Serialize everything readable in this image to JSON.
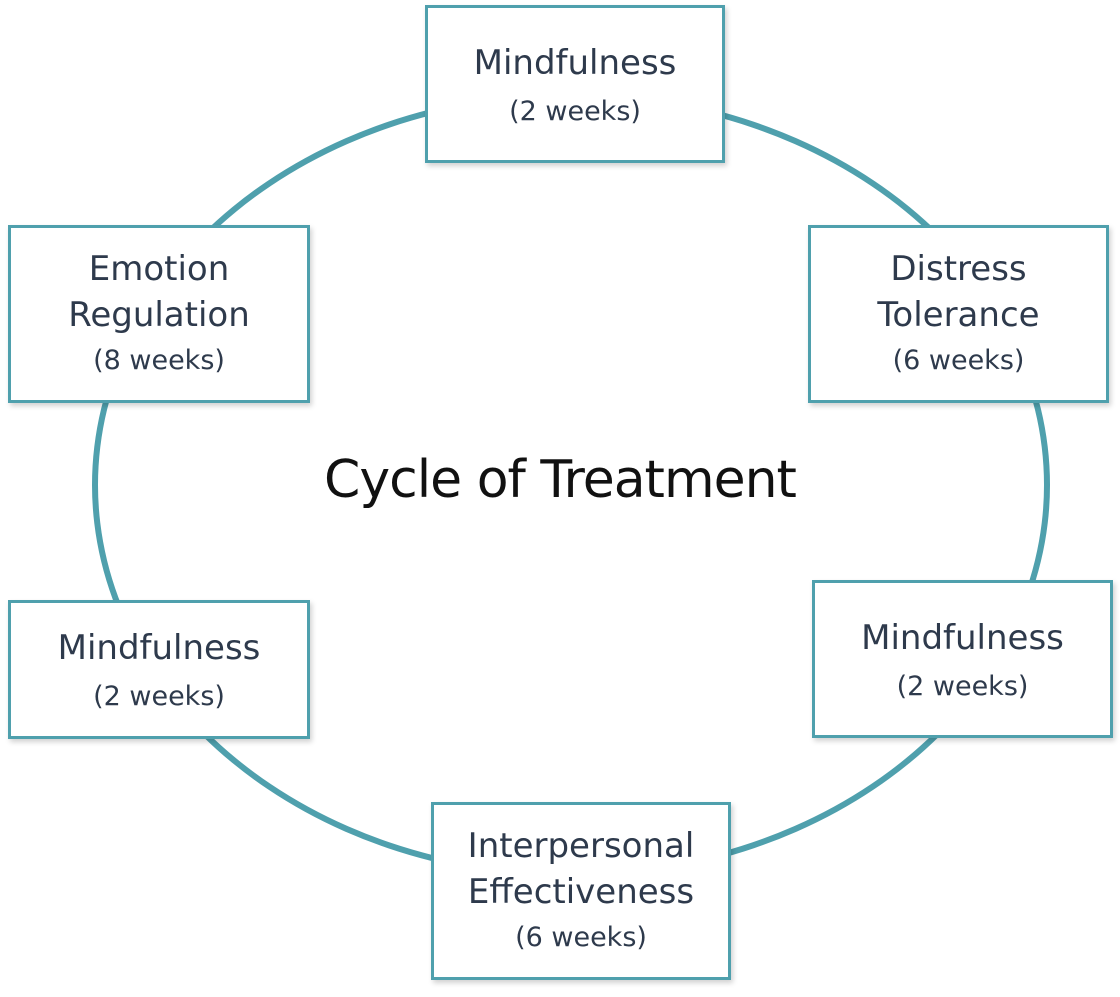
{
  "title": "Cycle of Treatment",
  "modules": [
    {
      "name": "Mindfulness",
      "duration": "(2 weeks)"
    },
    {
      "name": "Distress Tolerance",
      "duration": "(6 weeks)"
    },
    {
      "name": "Mindfulness",
      "duration": "(2 weeks)"
    },
    {
      "name": "Interpersonal Effectiveness",
      "duration": "(6 weeks)"
    },
    {
      "name": "Mindfulness",
      "duration": "(2 weeks)"
    },
    {
      "name": "Emotion Regulation",
      "duration": "(8 weeks)"
    }
  ],
  "colors": {
    "ring": "#4fa0ad",
    "box_border": "#4fa0ad",
    "box_text": "#2e3a4c",
    "title_text": "#111111"
  }
}
